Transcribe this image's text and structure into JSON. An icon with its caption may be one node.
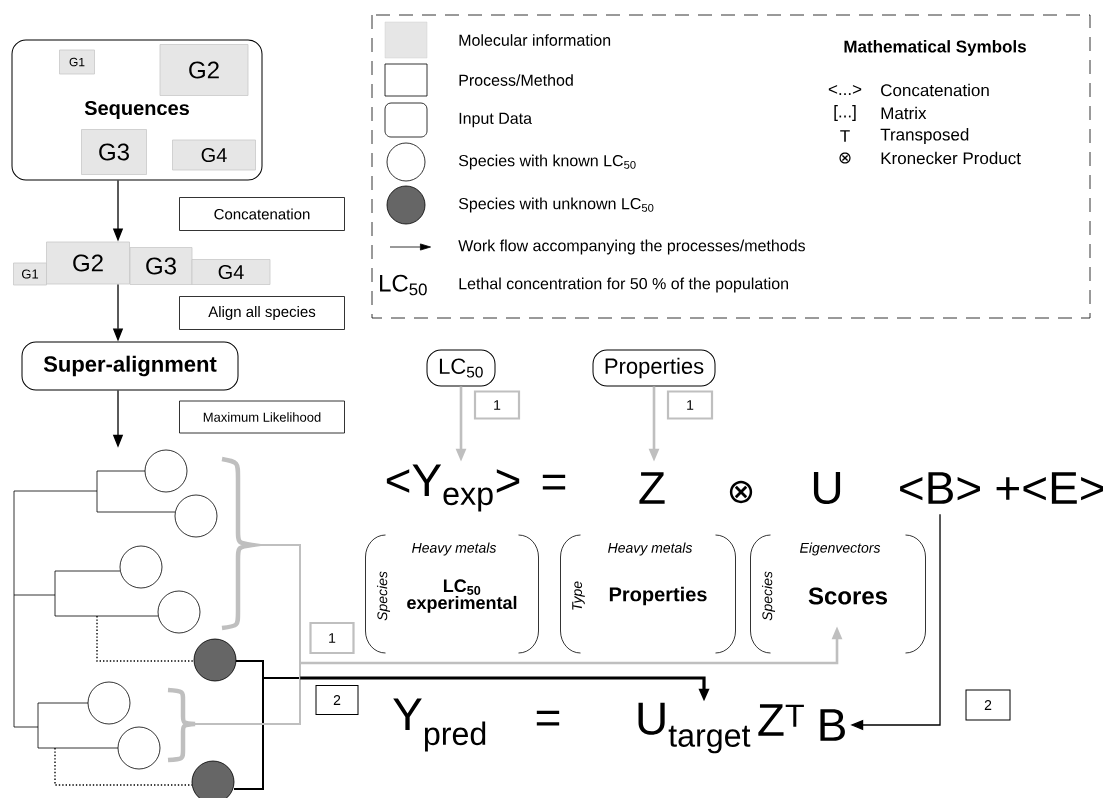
{
  "diagram": {
    "nodes": [
      {
        "text": [
          "Sequences"
        ]
      },
      {
        "text": [
          "G1"
        ],
        "in": 0
      },
      {
        "text": [
          "G2"
        ],
        "in": 0
      },
      {
        "text": [
          "G3"
        ],
        "in": 0
      },
      {
        "text": [
          "G4"
        ],
        "in": 0
      },
      {
        "text": [
          "Concatenation"
        ]
      },
      {
        "text": [
          "G1"
        ]
      },
      {
        "text": [
          "G2"
        ]
      },
      {
        "text": [
          "G3"
        ]
      },
      {
        "text": [
          "G4"
        ]
      },
      {
        "text": [
          "Align all species"
        ]
      },
      {
        "text": [
          "Super-alignment"
        ]
      },
      {
        "text": [
          "Maximum Likelihood"
        ]
      },
      {
        "text": [],
        "shape": "tree"
      },
      {
        "text": [
          "LC$_{50}$"
        ]
      },
      {
        "text": [
          "Properties"
        ]
      },
      {
        "text": [
          "1"
        ]
      },
      {
        "text": [
          "1"
        ]
      },
      {
        "text": [
          "<Y$_{exp}$>"
        ]
      },
      {
        "text": [
          "Z"
        ]
      },
      {
        "text": [
          "<B>"
        ]
      },
      {
        "text": [
          "Heavy metals",
          "Species",
          "LC$_{50}$ experimental"
        ]
      },
      {
        "text": [
          "Heavy metals",
          "Type",
          "Properties"
        ]
      },
      {
        "text": [
          "Eigenvectors",
          "Species",
          "Scores"
        ]
      },
      {
        "text": [
          "1"
        ]
      },
      {
        "text": [
          "2"
        ]
      },
      {
        "text": [
          "Y$_{pred}$"
        ]
      },
      {
        "text": [
          "U$_{target}$"
        ]
      },
      {
        "text": [
          "B"
        ]
      },
      {
        "text": [
          "2"
        ]
      }
    ],
    "edges": [
      {
        "from": 0,
        "to": 7,
        "arrow": "to"
      },
      {
        "from": 7,
        "to": 11,
        "arrow": "to"
      },
      {
        "from": 11,
        "to": 13,
        "arrow": "to"
      },
      {
        "from": 14,
        "to": 18,
        "arrow": "to",
        "color": "#bfbfbf"
      },
      {
        "from": 15,
        "to": 19,
        "arrow": "to",
        "color": "#bfbfbf"
      },
      {
        "from": 13,
        "to": 23,
        "arrow": "to",
        "color": "#bfbfbf"
      },
      {
        "from": 13,
        "to": 27,
        "arrow": "to",
        "style": "thick"
      },
      {
        "from": 20,
        "to": 28,
        "arrow": "to"
      }
    ],
    "labels": [
      "Mathematical Symbols",
      "<...>",
      "Concatenation",
      "[...]",
      "Matrix",
      "T",
      "Transposed",
      "⊗",
      "Kronecker Product",
      "LC$_{50}$",
      "=",
      "⊗",
      "U",
      "+<E>",
      "=",
      "Z$^{T}$"
    ],
    "legend": [
      {
        "text": "Molecular information",
        "color": "#e6e6e6"
      },
      {
        "text": "Process/Method"
      },
      {
        "text": "Input Data"
      },
      {
        "text": "Species with known LC$_{50}$"
      },
      {
        "text": "Species with unknown LC$_{50}$",
        "color": "#666666"
      },
      {
        "text": "Work flow accompanying the processes/methods"
      },
      {
        "text": "Lethal concentration for 50 % of the population"
      }
    ]
  }
}
